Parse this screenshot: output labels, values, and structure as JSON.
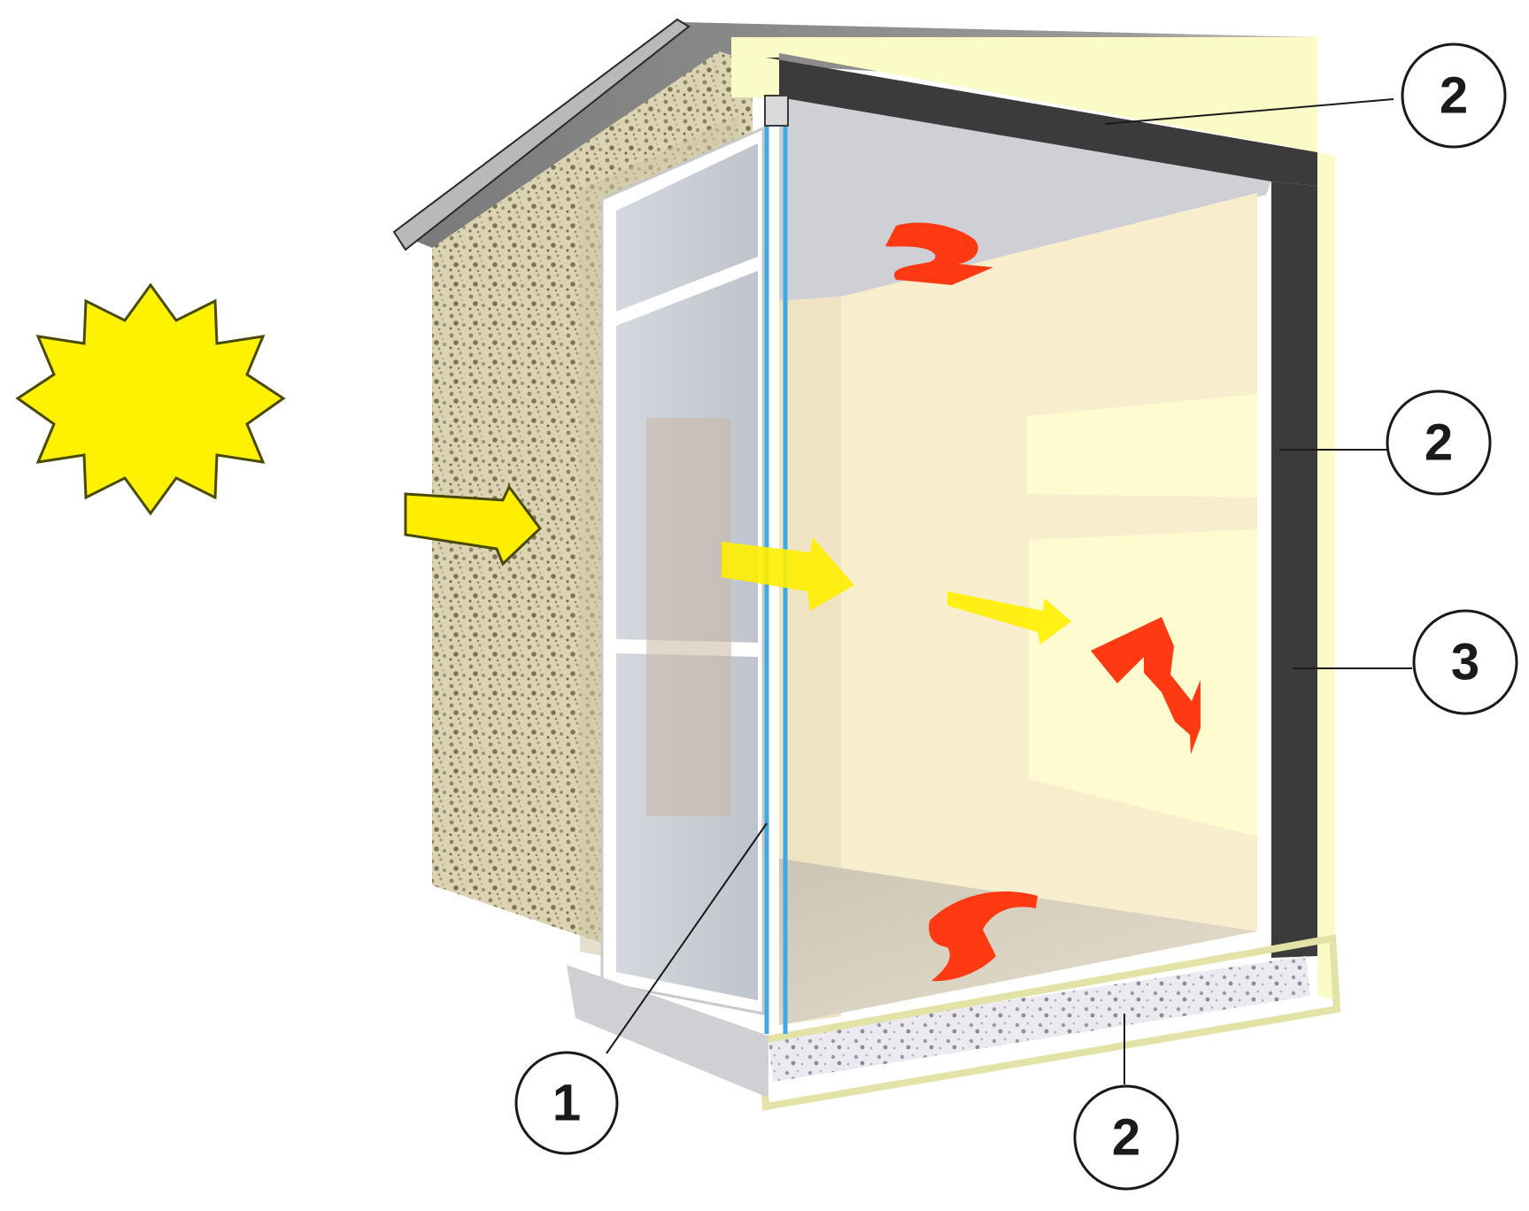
{
  "diagram": {
    "callouts": [
      {
        "id": "window-glazing",
        "number": "1"
      },
      {
        "id": "ceiling-insulation",
        "number": "2"
      },
      {
        "id": "wall-insulation",
        "number": "2"
      },
      {
        "id": "thermal-mass-wall",
        "number": "3"
      },
      {
        "id": "floor-insulation",
        "number": "2"
      }
    ]
  },
  "colors": {
    "sun": "#fff200",
    "sun_outline": "#4a4a00",
    "solar_arrow": "#ffee00",
    "heat_arrow": "#ff3a12",
    "insulation": "#fbfbc8",
    "thermal_mass": "#3b3b3b",
    "glass_frame": "#3fa9e6",
    "back_wall": "#f8eecd",
    "sunlit_patch": "#fffbd0",
    "floor": "#dcd6c6",
    "ceiling": "#cfcfd6",
    "render": "#d9d0b0"
  }
}
